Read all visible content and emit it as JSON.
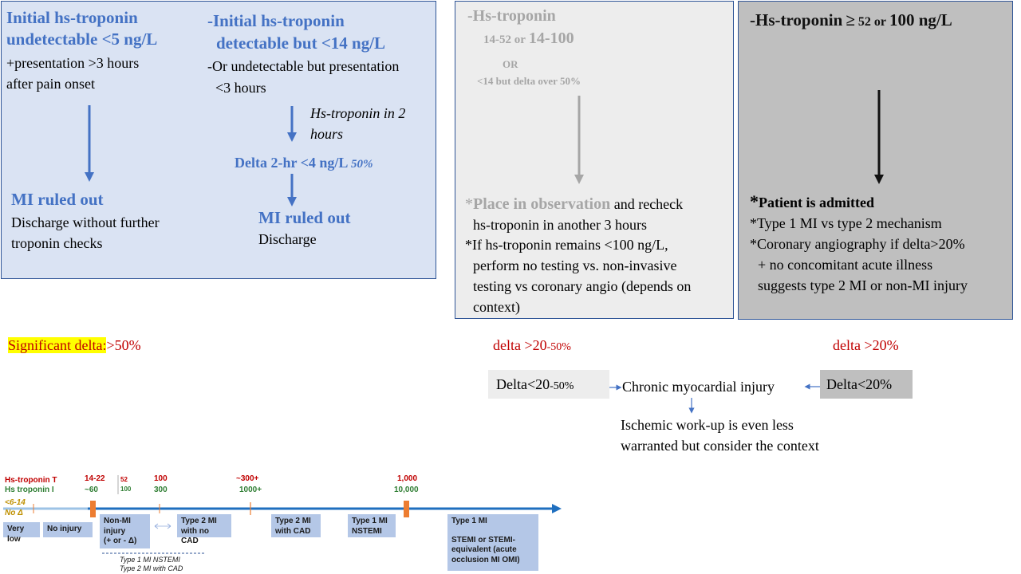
{
  "panel1": {
    "title_l1": "Initial hs-troponin",
    "title_l2": "undetectable <5 ng/L",
    "sub_l1": "+presentation >3 hours",
    "sub_l2": "after pain onset",
    "result": "MI ruled out",
    "result_l1": "Discharge without further",
    "result_l2": "troponin checks"
  },
  "panel2": {
    "title_l1": "-Initial hs-troponin",
    "title_l2": "detectable but <14 ng/L",
    "sub_l1": "-Or undetectable but presentation",
    "sub_l2": "<3 hours",
    "step_l1": "Hs-troponin in 2",
    "step_l2": "hours",
    "delta_main": "Delta 2-hr <4 ng/L",
    "delta_pct": "50%",
    "result": "MI ruled out",
    "result_sub": "Discharge"
  },
  "panel3": {
    "title": "-Hs-troponin",
    "range_a": "14-52 or",
    "range_b": "14-100",
    "or": "OR",
    "alt": "<14 but delta over 50%",
    "obs_star": "*",
    "obs_hl": "Place in observation",
    "obs_rest": "and recheck",
    "obs_l2": "hs-troponin in another 3 hours",
    "if_l1": "*If hs-troponin remains <100 ng/L,",
    "if_l2": "perform no testing vs. non-invasive",
    "if_l3": "testing vs coronary angio (depends on",
    "if_l4": "context)"
  },
  "panel4": {
    "title_a": "-Hs-troponin",
    "title_ge": "≥",
    "title_b": "52 or",
    "title_c": "100 ng/L",
    "adm_star": "*",
    "adm": "Patient is admitted",
    "l1": "*Type 1 MI vs type 2 mechanism",
    "l2": "*Coronary angiography if delta>20%",
    "l3": "+ no concomitant acute illness",
    "l4": "suggests type 2 MI or non-MI injury"
  },
  "deltas": {
    "sig_label": "Significant delta:",
    "sig_value": ">50%",
    "mid_a": "delta >20",
    "mid_b": "-50%",
    "right": "delta >20%"
  },
  "chronic": {
    "left_a": "Delta<20",
    "left_b": "-50%",
    "center": "Chronic myocardial injury",
    "right": "Delta<20%",
    "note_l1": "Ischemic work-up is even less",
    "note_l2": "warranted but consider the context"
  },
  "timeline": {
    "hsT_label": "Hs-troponin T",
    "hsI_label": "Hs troponin I",
    "no_delta_a": "<6-14",
    "no_delta_b": "No Δ",
    "t1_T": "14-22",
    "t1_I": "~60",
    "t2_T": "52",
    "t2_I": "100",
    "t3_T": "100",
    "t3_I": "300",
    "t4_T": "~300+",
    "t4_I": "1000+",
    "t5_T": "1,000",
    "t5_I": "10,000",
    "very_low": "Very low",
    "no_injury": "No injury",
    "nonmi_l1": "Non-MI",
    "nonmi_l2": "injury",
    "nonmi_l3": "(+ or - Δ)",
    "t2nocad_l1": "Type 2 MI",
    "t2nocad_l2": "with no CAD",
    "t2cad_l1": "Type 2 MI",
    "t2cad_l2": "with CAD",
    "t1n_l1": "Type 1 MI",
    "t1n_l2": "NSTEMI",
    "stemi_l1": "Type 1 MI",
    "stemi_l2": "STEMI or STEMI-",
    "stemi_l3": "equivalent (acute",
    "stemi_l4": "occlusion MI OMI)",
    "bottom_l1": "Type 1 MI NSTEMI",
    "bottom_l2": "Type 2 MI with CAD"
  },
  "colors": {
    "panel_blue": "#dae3f3",
    "panel_gray": "#ededed",
    "panel_dark": "#bfbfbf",
    "accent_blue": "#4472c4",
    "delta_red": "#c00000",
    "highlight_yellow": "#ffff00",
    "timeline_box": "#b4c7e7",
    "marker_orange": "#ed7d31"
  }
}
